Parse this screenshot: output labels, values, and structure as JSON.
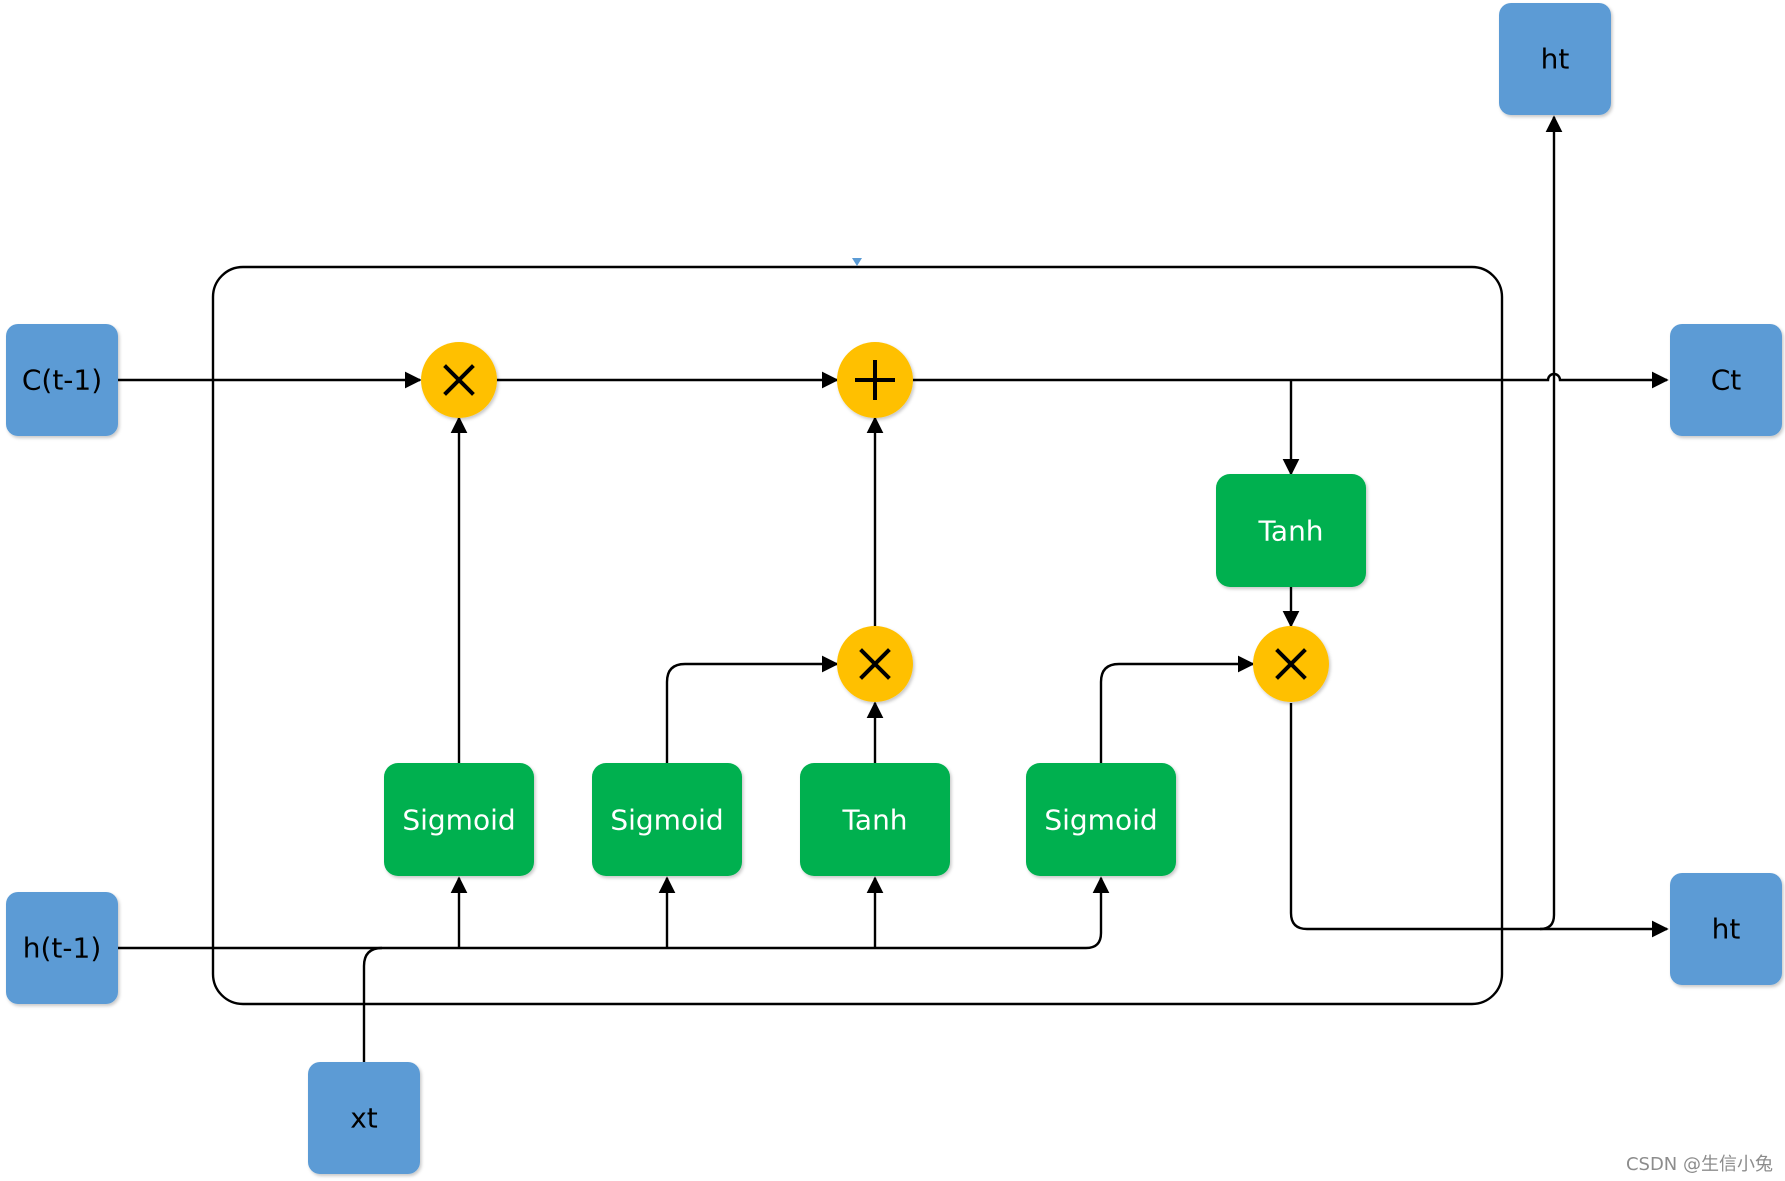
{
  "colors": {
    "io_box": "#5b9bd5",
    "activation_box": "#00b050",
    "operator_circle": "#ffc000",
    "wire": "#000000"
  },
  "inputs": {
    "c_prev": "C(t-1)",
    "h_prev": "h(t-1)",
    "x": "xt"
  },
  "outputs": {
    "c_out": "Ct",
    "h_out_right": "ht",
    "h_out_top": "ht"
  },
  "activations": {
    "forget_gate": "Sigmoid",
    "input_gate": "Sigmoid",
    "candidate": "Tanh",
    "output_gate": "Sigmoid",
    "cell_tanh": "Tanh"
  },
  "operators": {
    "forget_multiply": "multiply-icon",
    "cell_add": "plus-icon",
    "input_multiply": "multiply-icon",
    "output_multiply": "multiply-icon"
  },
  "watermark": "CSDN @生信小兔"
}
